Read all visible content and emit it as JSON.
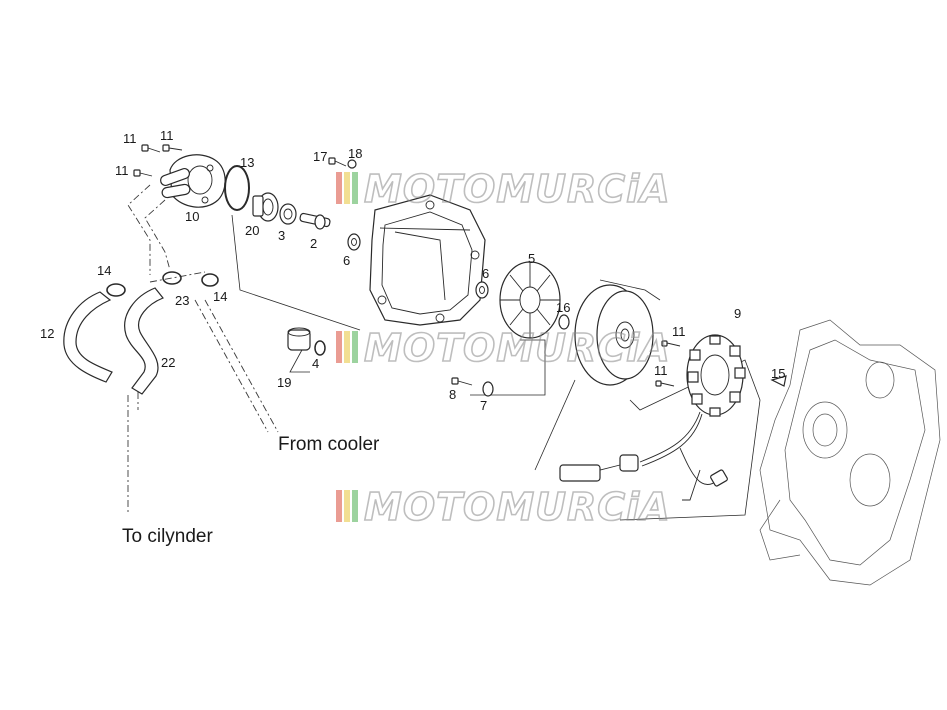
{
  "diagram": {
    "callouts": [
      {
        "id": "c11a",
        "text": "11"
      },
      {
        "id": "c11b",
        "text": "11"
      },
      {
        "id": "c11c",
        "text": "11"
      },
      {
        "id": "c10",
        "text": "10"
      },
      {
        "id": "c13",
        "text": "13"
      },
      {
        "id": "c17",
        "text": "17"
      },
      {
        "id": "c18",
        "text": "18"
      },
      {
        "id": "c20",
        "text": "20"
      },
      {
        "id": "c3",
        "text": "3"
      },
      {
        "id": "c2",
        "text": "2"
      },
      {
        "id": "c6a",
        "text": "6"
      },
      {
        "id": "c6b",
        "text": "6"
      },
      {
        "id": "c5",
        "text": "5"
      },
      {
        "id": "c16",
        "text": "16"
      },
      {
        "id": "c9",
        "text": "9"
      },
      {
        "id": "c11d",
        "text": "11"
      },
      {
        "id": "c11e",
        "text": "11"
      },
      {
        "id": "c15",
        "text": "15"
      },
      {
        "id": "c14a",
        "text": "14"
      },
      {
        "id": "c23",
        "text": "23"
      },
      {
        "id": "c14b",
        "text": "14"
      },
      {
        "id": "c12",
        "text": "12"
      },
      {
        "id": "c22",
        "text": "22"
      },
      {
        "id": "c4",
        "text": "4"
      },
      {
        "id": "c19",
        "text": "19"
      },
      {
        "id": "c8",
        "text": "8"
      },
      {
        "id": "c7",
        "text": "7"
      }
    ],
    "captions": {
      "from_cooler": "From cooler",
      "to_cylinder": "To cilynder"
    },
    "watermark": "MOTOMURCiA",
    "colors": {
      "line": "#2a2a2a",
      "watermark_red": "#d94a3a",
      "watermark_yellow": "#e8c53a",
      "watermark_green": "#4caf50",
      "watermark_outline": "#8a8a8a"
    }
  }
}
